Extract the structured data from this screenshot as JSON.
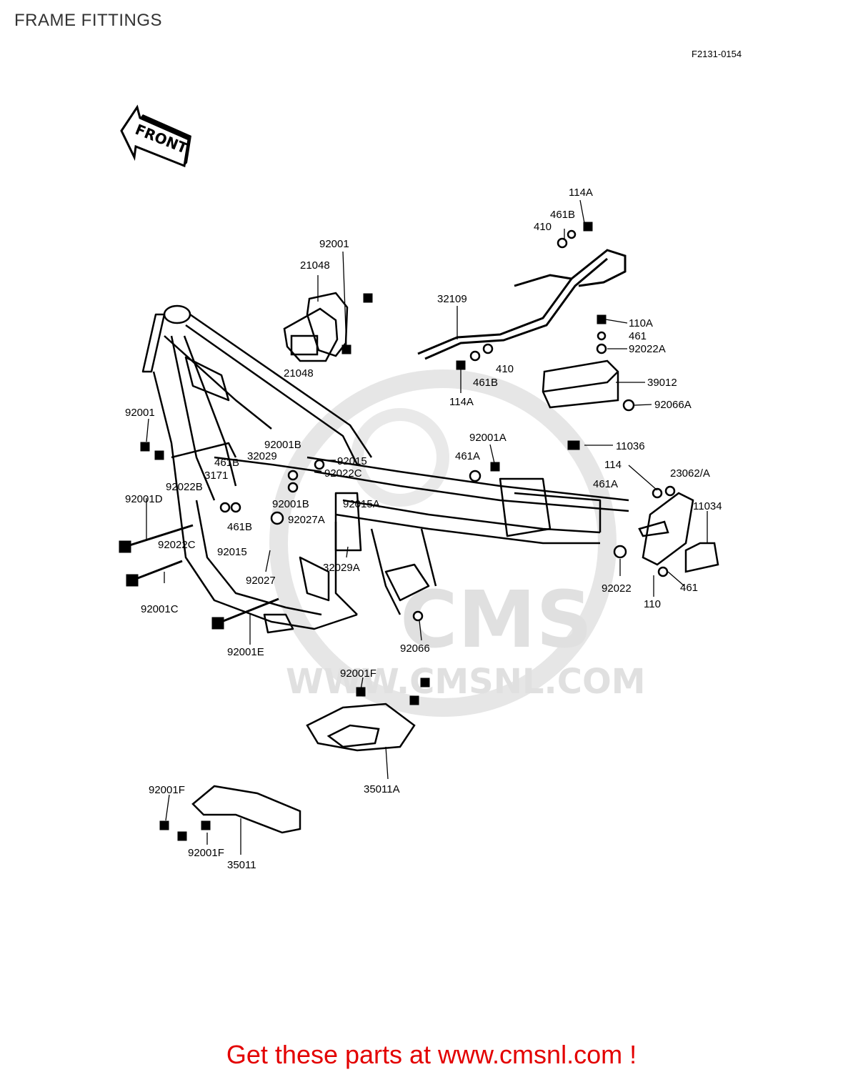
{
  "header": {
    "title": "FRAME FITTINGS",
    "diagram_code": "F2131-0154"
  },
  "front_arrow": "FRONT",
  "watermark": {
    "brand": "CMS",
    "url": "WWW.CMSNL.COM"
  },
  "footer": {
    "cta": "Get these parts at www.cmsnl.com !"
  },
  "labels": {
    "92001_top": "92001",
    "21048_a": "21048",
    "21048_b": "21048",
    "114A_top": "114A",
    "461B_top": "461B",
    "410_top": "410",
    "32109": "32109",
    "461B_mid": "461B",
    "410_mid": "410",
    "114A_mid": "114A",
    "110A": "110A",
    "461_right": "461",
    "92022A": "92022A",
    "39012": "39012",
    "92066A": "92066A",
    "92001_left": "92001",
    "92001B_a": "92001B",
    "32029": "32029",
    "92015_a": "92015",
    "461B_left": "461B",
    "92022C_a": "92022C",
    "3171": "3171",
    "92022B": "92022B",
    "92001D": "92001D",
    "92001B_b": "92001B",
    "92015A": "92015A",
    "92027A": "92027A",
    "461B_low": "461B",
    "92022C_b": "92022C",
    "92015_b": "92015",
    "32029A": "32029A",
    "92027": "92027",
    "92001C": "92001C",
    "92001E": "92001E",
    "92066": "92066",
    "92001A": "92001A",
    "461A_a": "461A",
    "11036": "11036",
    "114_right": "114",
    "23062A": "23062/A",
    "461A_b": "461A",
    "11034": "11034",
    "92022": "92022",
    "461_low": "461",
    "110": "110",
    "92001F_a": "92001F",
    "35011A": "35011A",
    "92001F_b": "92001F",
    "92001F_c": "92001F",
    "35011": "35011"
  }
}
